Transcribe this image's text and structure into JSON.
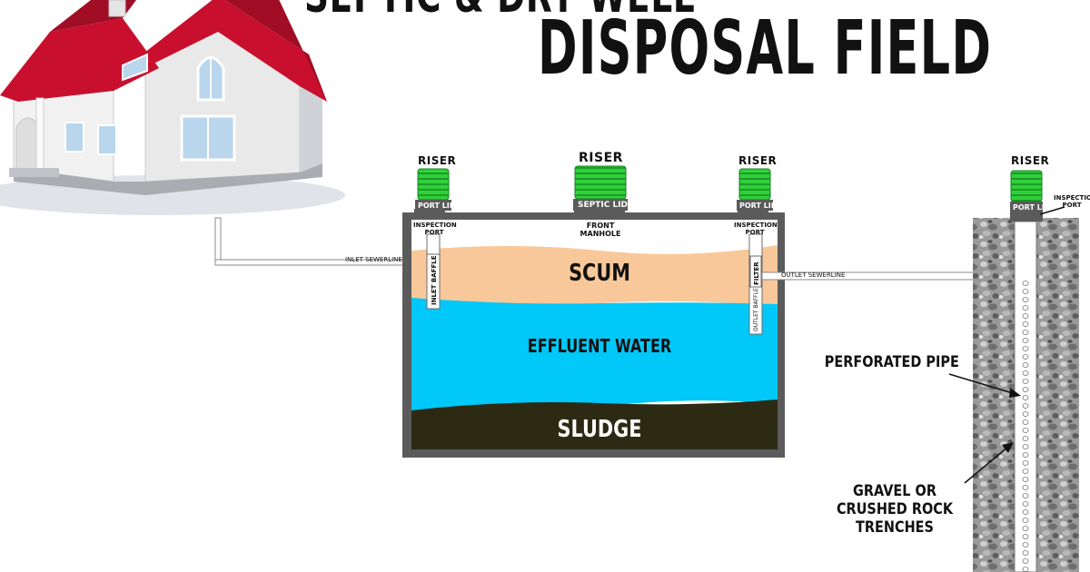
{
  "title": {
    "line1": "SEPTIC & DRY WELL",
    "line2": "DISPOSAL FIELD"
  },
  "tank": {
    "risers": [
      {
        "label": "RISER",
        "lid": "PORT LID"
      },
      {
        "label": "RISER",
        "lid": "SEPTIC LID"
      },
      {
        "label": "RISER",
        "lid": "PORT LID"
      }
    ],
    "inspection_port_left": "INSPECTION PORT",
    "front_manhole": "FRONT MANHOLE",
    "inspection_port_right": "INSPECTION PORT",
    "inlet_baffle": "INLET BAFFLE",
    "filter": "FILTER",
    "outlet_baffle": "OUTLET BAFFLE",
    "layers": {
      "scum": "SCUM",
      "effluent": "EFFLUENT WATER",
      "sludge": "SLUDGE"
    }
  },
  "pipes": {
    "inlet": "INLET SEWERLINE",
    "outlet": "OUTLET SEWERLINE"
  },
  "drywell": {
    "riser": {
      "label": "RISER",
      "lid": "PORT LID"
    },
    "inspection_port": "INSPECTION PORT",
    "perforated_pipe": "PERFORATED PIPE",
    "gravel": "GRAVEL OR CRUSHED ROCK TRENCHES"
  },
  "colors": {
    "scum": "#f9c89a",
    "effluent": "#00c8f8",
    "sludge": "#2d2a14",
    "tank_wall": "#5b5b5b",
    "riser": "#2fd03a",
    "roof": "#c8102e",
    "gravel": "#8a8a8a"
  }
}
